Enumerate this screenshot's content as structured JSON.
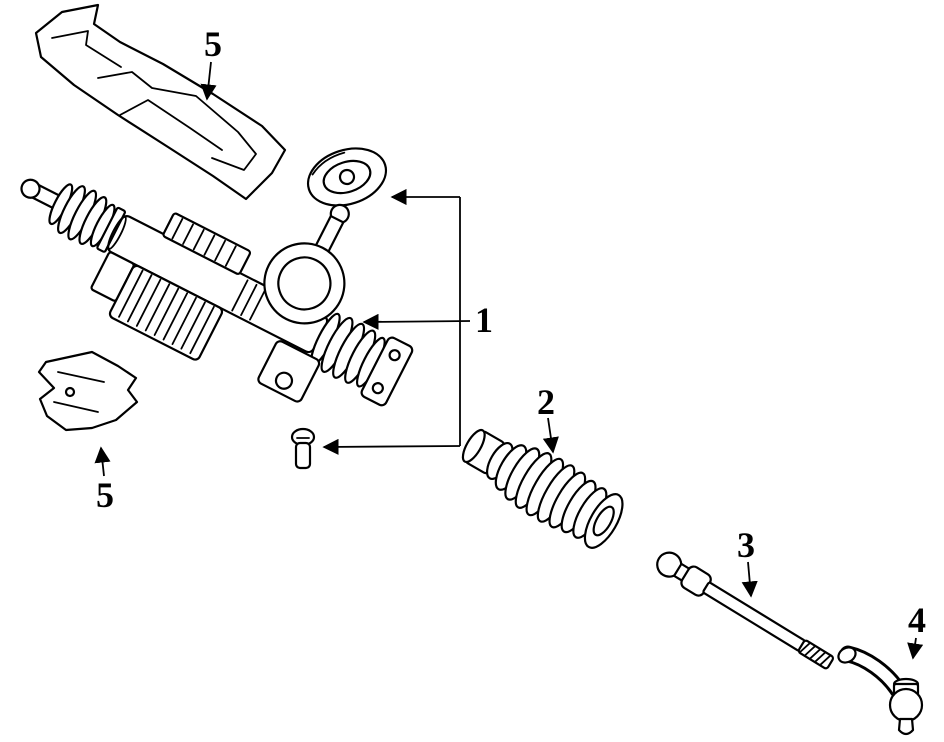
{
  "diagram": {
    "background_color": "#ffffff",
    "line_color": "#000000",
    "callouts": {
      "heat_shield_upper": "5",
      "steering_gear": "1",
      "bellows_boot": "2",
      "heat_shield_lower": "5",
      "inner_tie_rod": "3",
      "outer_tie_rod_end": "4"
    }
  }
}
